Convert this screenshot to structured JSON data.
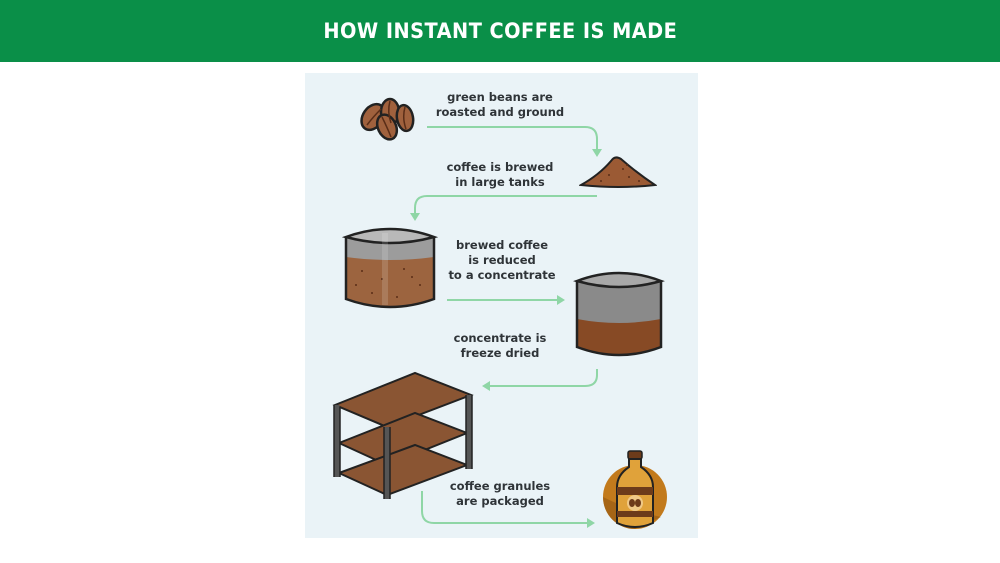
{
  "header": {
    "title": "HOW INSTANT COFFEE IS MADE",
    "background_color": "#0a8f48",
    "text_color": "#ffffff"
  },
  "diagram": {
    "background_color": "#eaf3f7",
    "arrow_color": "#8fd6a6",
    "steps": [
      {
        "id": 1,
        "label": "green beans are\nroasted and ground",
        "icon": "coffee-beans-icon"
      },
      {
        "id": 2,
        "label": "coffee is brewed\nin large tanks",
        "icon": "ground-coffee-pile-icon"
      },
      {
        "id": 3,
        "label": "brewed coffee\nis reduced\nto a concentrate",
        "icon": "full-brewing-tank-icon"
      },
      {
        "id": 4,
        "label": "concentrate is\nfreeze dried",
        "icon": "concentrate-tank-icon"
      },
      {
        "id": 5,
        "label": "coffee granules\nare packaged",
        "icon": "drying-rack-icon"
      },
      {
        "id": 6,
        "label": "",
        "icon": "coffee-jar-icon"
      }
    ]
  }
}
